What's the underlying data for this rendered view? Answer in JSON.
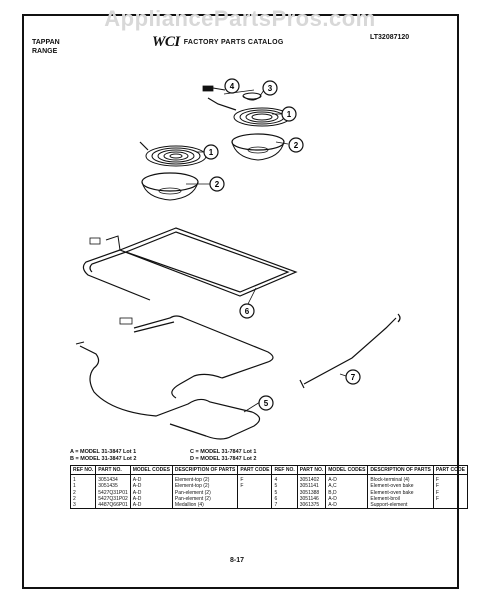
{
  "watermark": "AppliancePartsPros.com",
  "header": {
    "brand_line1": "TAPPAN",
    "brand_line2": "RANGE",
    "logo": "WCI",
    "catalog_title": "FACTORY PARTS CATALOG",
    "code": "LT32087120"
  },
  "callouts": [
    "1",
    "2",
    "3",
    "4",
    "6",
    "5",
    "7"
  ],
  "models": [
    {
      "a": "A =  MODEL 31-3847 Lot 1",
      "b": "C =  MODEL 31-7847 Lot 1"
    },
    {
      "a": "B =  MODEL 31-3847 Lot 2",
      "b": "D =  MODEL 31-7847 Lot 2"
    }
  ],
  "table": {
    "headers": [
      "REF NO.",
      "PART NO.",
      "MODEL CODES",
      "DESCRIPTION OF PARTS",
      "PART CODE",
      "REF NO.",
      "PART NO.",
      "MODEL CODES",
      "DESCRIPTION OF PARTS",
      "PART CODE"
    ],
    "rows": [
      [
        "1",
        "3051434",
        "A-D",
        "Element-top (2)",
        "F",
        "4",
        "3051402",
        "A-D",
        "Block-terminal (4)",
        "F"
      ],
      [
        "1",
        "3051435",
        "A-D",
        "Element-top (2)",
        "F",
        "5",
        "3051141",
        "A,C",
        "Element-oven bake",
        "F"
      ],
      [
        "2",
        "5427Q31P01",
        "A-D",
        "Pan-element (2)",
        "",
        "5",
        "3051388",
        "B,D",
        "Element-oven bake",
        "F"
      ],
      [
        "2",
        "5427Q31P02",
        "A-D",
        "Pan-element (2)",
        "",
        "6",
        "3051146",
        "A-D",
        "Element-broil",
        "F"
      ],
      [
        "3",
        "4487Q66P01",
        "A-D",
        "Medallion (4)",
        "",
        "7",
        "3061375",
        "A-D",
        "Support-element",
        ""
      ]
    ]
  },
  "page_number": "8-17"
}
